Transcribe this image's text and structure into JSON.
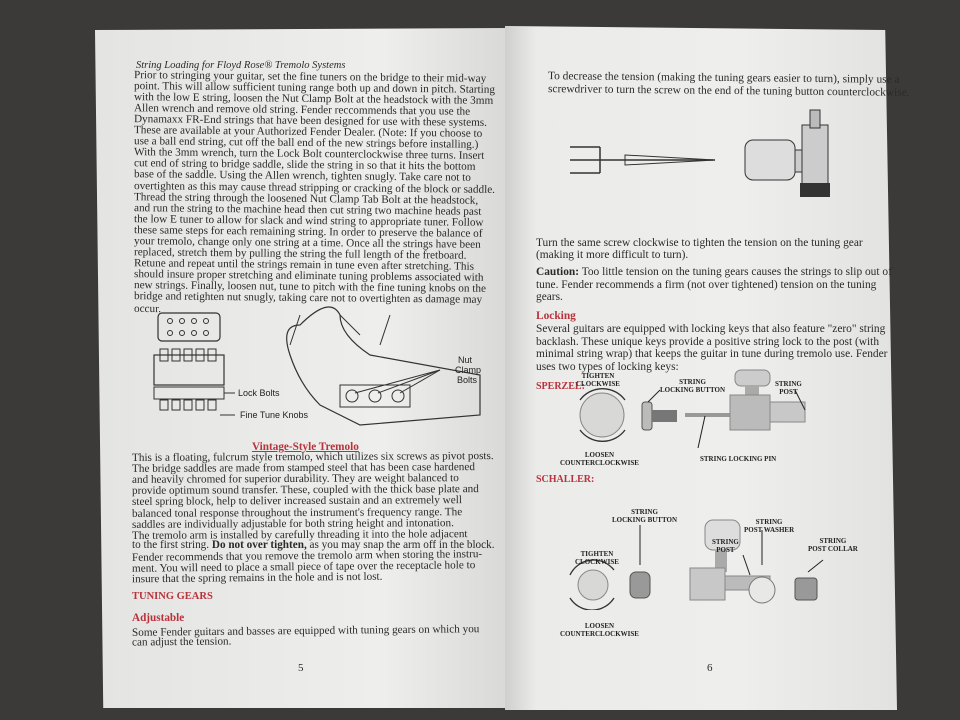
{
  "left_page": {
    "title": "String Loading for Floyd Rose® Tremolo Systems",
    "floyd_rose_lines": [
      "Prior to stringing your guitar, set the fine tuners on the bridge to their mid-way",
      "point. This will allow sufficient tuning range both up and down in pitch. Starting",
      "with the low E string, loosen the Nut Clamp Bolt at the headstock with the 3mm",
      "Allen wrench and remove old string. Fender reccommends that you use  the",
      "Dynamaxx FR-End strings that have been designed for use with these systems.",
      "These are available at your Authorized Fender Dealer. (Note: If you choose to",
      "use a ball end string, cut off the ball end of the new strings before installing.)",
      "With the 3mm wrench, turn the Lock Bolt counterclockwise three turns. Insert",
      "cut end of string to bridge saddle, slide the string in so that it hits the bottom",
      "base of the saddle.  Using the Allen wrench, tighten snugly.  Take care not to",
      "overtighten as this may cause thread stripping or cracking of the block or saddle.",
      "Thread the string through the loosened Nut Clamp Tab Bolt at the headstock,",
      "and run the string to the machine head then cut string two machine heads past",
      "the low E tuner to allow for slack and wind string to appropriate tuner. Follow",
      "these same steps for each remaining string.  In order to preserve the balance of",
      "your tremolo, change only one string at a time. Once all the strings have been",
      "replaced, stretch them by pulling the string the full length of the fretboard.",
      "Retune and repeat until the strings remain in tune even after stretching.  This",
      "should insure proper stretching and eliminate tuning problems associated with",
      "new strings.  Finally, loosen nut, tune to pitch with the fine tuning knobs on the",
      "bridge and retighten nut snugly, taking care not to overtighten as damage may",
      "occur."
    ],
    "diagram_labels": {
      "lock_bolts": "Lock Bolts",
      "fine_tune_knobs": "Fine Tune Knobs",
      "nut_clamp_bolts_1": "Nut",
      "nut_clamp_bolts_2": "Clamp",
      "nut_clamp_bolts_3": "Bolts"
    },
    "vintage_heading": "Vintage-Style Tremolo",
    "vintage_lines": [
      "This is a floating, fulcrum style tremolo, which utilizes six screws as pivot posts.",
      "The bridge saddles are made from stamped steel that has been case hardened",
      "and heavily chromed for superior durability. They are weight balanced to",
      "provide optimum sound transfer. These, coupled with the thick base plate and",
      "steel spring block, help to deliver increased sustain and an extremely well",
      "balanced tonal response throughout the instrument's frequency range. The",
      "saddles are individually adjustable for both string height and intonation.",
      "      The tremolo arm is installed by carefully threading it into the hole adjacent"
    ],
    "arm_line_pre": "to the first string. ",
    "arm_line_bold": "Do not over tighten,",
    "arm_line_post": " as you may snap the arm off in the block.",
    "vintage_lines_2": [
      "Fender recommends that you remove the tremolo arm when storing the instru-",
      "ment. You will need to place a small piece of tape over the receptacle hole to",
      "insure that the spring remains in the hole and is not lost."
    ],
    "tuning_gears_heading": "TUNING GEARS",
    "adjustable_heading": "Adjustable",
    "adjustable_lines": [
      "Some Fender guitars and basses are equipped with tuning gears on which you",
      "can adjust the tension."
    ],
    "page_number": "5"
  },
  "right_page": {
    "intro_lines": [
      "To decrease the tension (making the tuning gears easier to turn), simply use a",
      "screwdriver to turn the screw on the end of the tuning button counterclockwise."
    ],
    "turn_lines": [
      "Turn the same screw clockwise to tighten the tension on the tuning gear",
      "(making it more difficult to turn)."
    ],
    "caution_bold": "Caution:",
    "caution_lines": [
      " Too little tension on the tuning gears causes the strings to slip out of",
      "tune. Fender recommends a firm (not over tightened) tension on the tuning",
      "gears."
    ],
    "locking_heading": "Locking",
    "locking_lines": [
      "Several guitars are equipped with locking keys that also feature \"zero\" string",
      "backlash. These unique keys provide a positive string lock to the post (with",
      "minimal string wrap) that keeps the guitar in tune during tremolo use. Fender",
      "uses two types of locking keys:"
    ],
    "sperzel_heading": "SPERZEL:",
    "sperzel_labels": {
      "tighten": "TIGHTEN\nCLOCKWISE",
      "loosen": "LOOSEN\nCOUNTERCLOCKWISE",
      "button": "STRING\nLOCKING BUTTON",
      "post": "STRING\nPOST",
      "pin": "STRING LOCKING PIN"
    },
    "schaller_heading": "SCHALLER:",
    "schaller_labels": {
      "tighten": "TIGHTEN\nCLOCKWISE",
      "loosen": "LOOSEN\nCOUNTERCLOCKWISE",
      "button": "STRING\nLOCKING BUTTON",
      "post": "STRING\nPOST",
      "washer": "STRING\nPOST WASHER",
      "collar": "STRING\nPOST COLLAR"
    },
    "page_number": "6"
  },
  "colors": {
    "heading_red": "#b8323c",
    "paper": "#ececea",
    "background": "#3b3a39"
  }
}
